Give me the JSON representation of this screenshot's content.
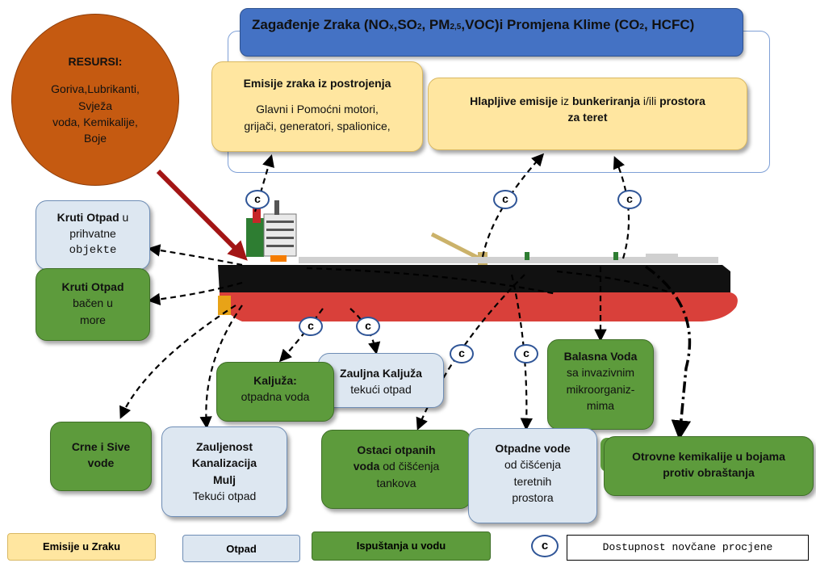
{
  "air_header": {
    "part1": "Zagađenje Zraka (NO",
    "s1": "x",
    "part2": ",SO",
    "s2": "2",
    "part3": ", PM",
    "s3": "2,5",
    "part4": ",VOC)i Promjena Klime (CO",
    "s4": "2",
    "part5": ", HCFC)"
  },
  "resources": {
    "title": "RESURSI:",
    "line1": "Goriva,Lubrikanti,",
    "line2": "Svježa",
    "line3": "voda, Kemikalije,",
    "line4": "Boje"
  },
  "plant_emissions": {
    "title": "Emisije zraka iz postrojenja",
    "line1": "Glavni i Pomoćni motori,",
    "line2": "grijači, generatori, spalionice,"
  },
  "volatile_emissions": {
    "b1": "Hlapljive emisije",
    "t1": " iz ",
    "b2": "bunkeriranja",
    "t2": " i/ili ",
    "b3": "prostora",
    "b4": "za teret"
  },
  "solid_waste_port": {
    "bold": "Kruti Otpad",
    "rest": " u",
    "line2": "prihvatne",
    "line3": "objekte"
  },
  "solid_waste_sea": {
    "bold": "Kruti Otpad",
    "line2": "bačen u",
    "line3": "more"
  },
  "bilge": {
    "bold": "Kaljuža:",
    "line2": "otpadna voda"
  },
  "oily_bilge": {
    "bold": "Zauljna Kaljuža",
    "line2": "tekući otpad"
  },
  "ballast": {
    "bold": "Balasna Voda",
    "line2": "sa invazivnim",
    "line3": "mikroorganiz-",
    "line4": "mima"
  },
  "black_grey": {
    "line1": "Crne i Sive",
    "line2": "vode"
  },
  "sewage": {
    "line1": "Zauljenost",
    "line2": "Kanalizacija",
    "line3": "Mulj",
    "line4": "Tekući otpad"
  },
  "tank_residue": {
    "b1": "Ostaci otpanih",
    "b2": "voda",
    "r2": " od čišćenja",
    "line3": "tankova"
  },
  "cargo_wastewater": {
    "bold": "Otpadne vode",
    "line2": "od čišćenja",
    "line3": "teretnih",
    "line4": "prostora"
  },
  "antifouling": {
    "line1": "Otrovne kemikalije u bojama",
    "line2": "protiv obraštanja"
  },
  "cost_marker": {
    "letter": "c"
  },
  "legend": {
    "air": "Emisije u Zraku",
    "waste": "Otpad",
    "water": "Ispuštanja u vodu",
    "money": "Dostupnost novčane procjene"
  },
  "colors": {
    "air_header": "#4472c4",
    "resources": "#c55a11",
    "yellow": "#ffe6a0",
    "blue": "#dde7f1",
    "green": "#5d9b3c",
    "arrow_red": "#a31515"
  },
  "icons": {
    "ship": "oil-tanker-icon"
  }
}
